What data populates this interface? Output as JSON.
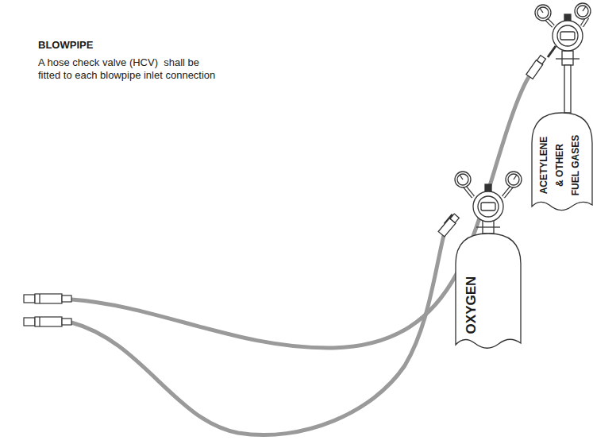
{
  "diagram": {
    "title": "BLOWPIPE",
    "nodes": [
      {
        "text": [
          "ACETYLENE & OTHER FUEL GASES"
        ]
      },
      {
        "text": [
          "OXYGEN"
        ]
      }
    ],
    "labels": [
      "A hose check valve (HCV)  shall be fitted to each blowpipe inlet connection"
    ]
  }
}
